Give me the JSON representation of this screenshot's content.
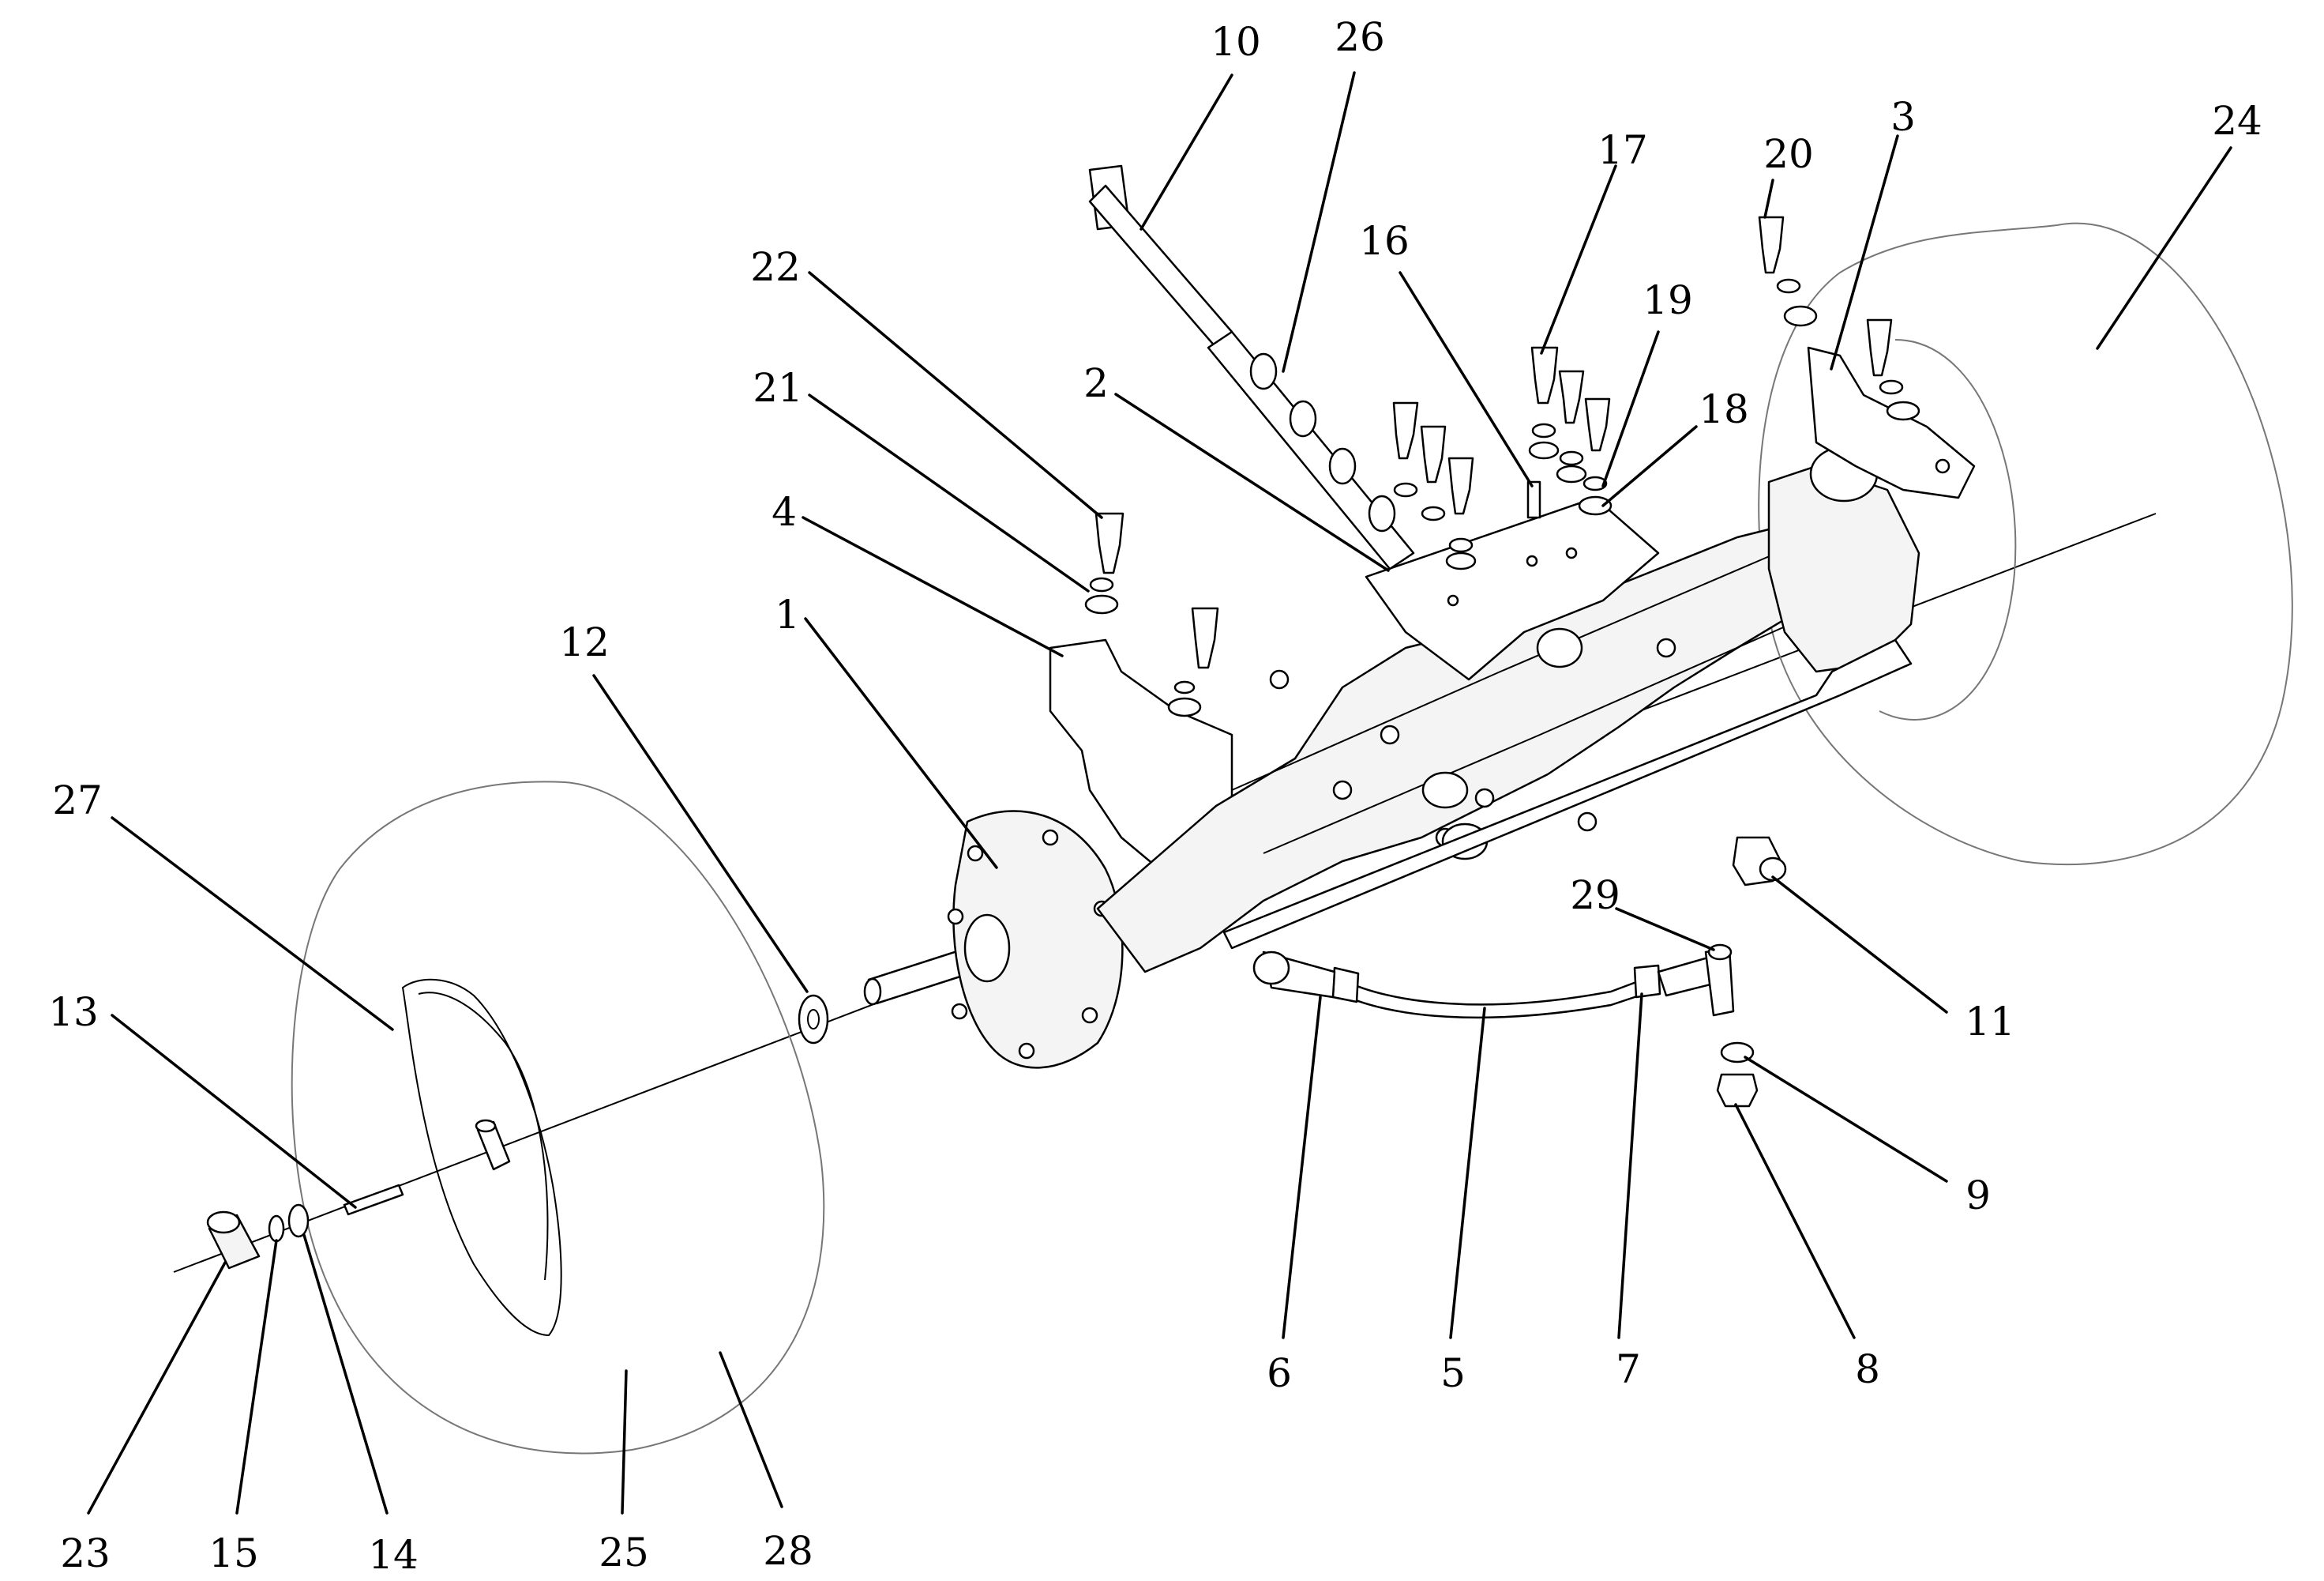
{
  "diagram": {
    "callouts": [
      {
        "number": "10"
      },
      {
        "number": "26"
      },
      {
        "number": "22"
      },
      {
        "number": "21"
      },
      {
        "number": "4"
      },
      {
        "number": "1"
      },
      {
        "number": "12"
      },
      {
        "number": "27"
      },
      {
        "number": "13"
      },
      {
        "number": "2"
      },
      {
        "number": "16"
      },
      {
        "number": "17"
      },
      {
        "number": "20"
      },
      {
        "number": "19"
      },
      {
        "number": "18"
      },
      {
        "number": "3"
      },
      {
        "number": "24"
      },
      {
        "number": "29"
      },
      {
        "number": "11"
      },
      {
        "number": "9"
      },
      {
        "number": "8"
      },
      {
        "number": "7"
      },
      {
        "number": "5"
      },
      {
        "number": "6"
      },
      {
        "number": "23"
      },
      {
        "number": "15"
      },
      {
        "number": "14"
      },
      {
        "number": "25"
      },
      {
        "number": "28"
      }
    ]
  }
}
